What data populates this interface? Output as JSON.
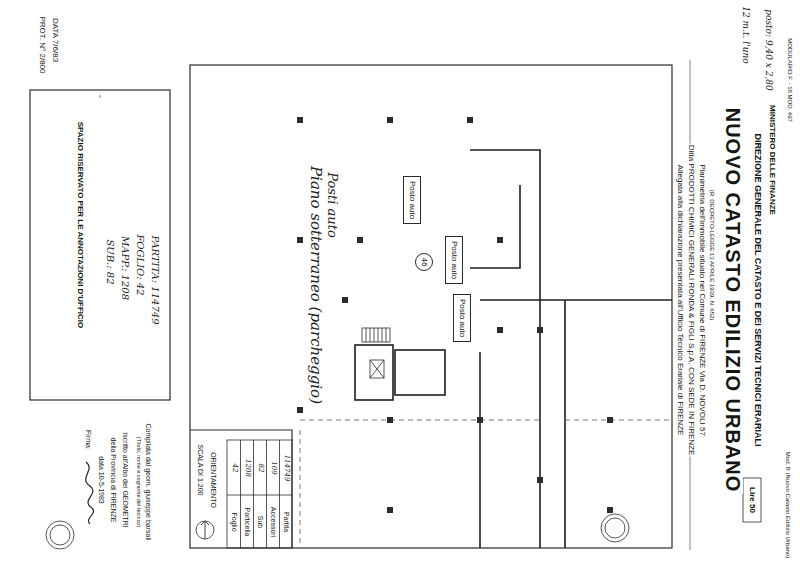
{
  "diagram": {
    "title": "NUOVO CATASTO EDILIZIO URBANO",
    "nodes": [
      {
        "text": [
          "Posto auto"
        ]
      },
      {
        "text": [
          "46"
        ]
      },
      {
        "text": [
          "Posto auto"
        ]
      },
      {
        "text": [
          "Posto auto"
        ]
      }
    ],
    "labels": [
      "MODULARIO F. - 18 MOD. 497",
      "MINISTERO DELLE FINANZE",
      "DIREZIONE GENERALE DEL CATASTO E DEI SERVIZI TECNICI ERARIALI",
      "Lire 50",
      "(R. DECRETO-LEGGE 13 APRILE 1939, N. 652)",
      "Planimetria dell'immobile situato nel Comune di FIRENZE Via D. NOVOLI 57",
      "Ditta PRODOTTI CHIMICI GENERALI RONDA & FIGLI S.p.A. CON SEDE IN FIRENZE",
      "Allegata alla dichiarazione presentata all'Ufficio Tecnico Erariale di FIRENZE",
      "Mod. B (Nuovo Catasto Edilizio Urbano)",
      "posto: 9,40 x 2,80",
      "12 m.t. l'uno",
      "Piano sotterraneo (parcheggio)",
      "Posti auto",
      "SPAZIO RISERVATO PER LE ANNOTAZIONI D'UFFICIO",
      "DATA 7/6/83",
      "PROT. N° 2/800",
      "PARTITA: 114749",
      "FOGLIO: 42",
      "MAPP.: 1208",
      "SUB.: 82",
      "Compilata dal geom. giuseppe barsali",
      "(Titolo, nome e cognome del tecnico)",
      "Iscritto all'Albo dei GEOMETRI",
      "della Provincia di FIRENZE",
      "data 10-5-1983",
      "Firma:",
      "SCALA DI 1:200",
      "ORIENTAMENTO",
      "Foglio",
      "42",
      "Particella",
      "1208",
      "Sub",
      "82",
      "Accessori",
      "109",
      "Partita",
      "114749"
    ]
  }
}
